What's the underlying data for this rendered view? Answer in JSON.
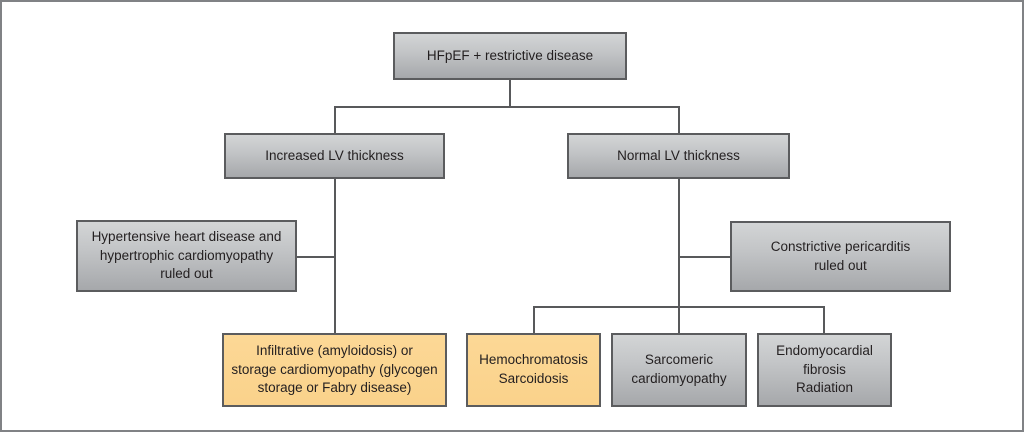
{
  "diagram": {
    "type": "flowchart",
    "nodes": {
      "root": {
        "label": "HFpEF + restrictive disease",
        "variant": "gray"
      },
      "increased_lv": {
        "label": "Increased LV thickness",
        "variant": "gray"
      },
      "normal_lv": {
        "label": "Normal LV thickness",
        "variant": "gray"
      },
      "hypertensive": {
        "label": "Hypertensive heart disease and\nhypertrophic cardiomyopathy\nruled out",
        "variant": "gray"
      },
      "constrictive": {
        "label": "Constrictive pericarditis\nruled out",
        "variant": "gray"
      },
      "infiltrative": {
        "label": "Infiltrative (amyloidosis) or\nstorage cardiomyopathy (glycogen\nstorage or Fabry disease)",
        "variant": "orange"
      },
      "hemochromatosis": {
        "label": "Hemochromatosis\nSarcoidosis",
        "variant": "orange"
      },
      "sarcomeric": {
        "label": "Sarcomeric\ncardiomyopathy",
        "variant": "gray"
      },
      "endomyocardial": {
        "label": "Endomyocardial\nfibrosis\nRadiation",
        "variant": "gray"
      }
    },
    "edges": [
      {
        "from": "root",
        "to": "increased_lv"
      },
      {
        "from": "root",
        "to": "normal_lv"
      },
      {
        "from": "increased_lv",
        "to": "hypertensive"
      },
      {
        "from": "increased_lv",
        "to": "infiltrative"
      },
      {
        "from": "normal_lv",
        "to": "constrictive"
      },
      {
        "from": "normal_lv",
        "to": "hemochromatosis"
      },
      {
        "from": "normal_lv",
        "to": "sarcomeric"
      },
      {
        "from": "normal_lv",
        "to": "endomyocardial"
      }
    ],
    "colors": {
      "box_gray_top": "#d3d5d6",
      "box_gray_bottom": "#a6a8ab",
      "box_orange": "#fad28b",
      "box_border": "#5b5c5e",
      "connector_line": "#58595b",
      "frame_border": "#808285",
      "text": "#231f20",
      "background": "#ffffff"
    }
  }
}
